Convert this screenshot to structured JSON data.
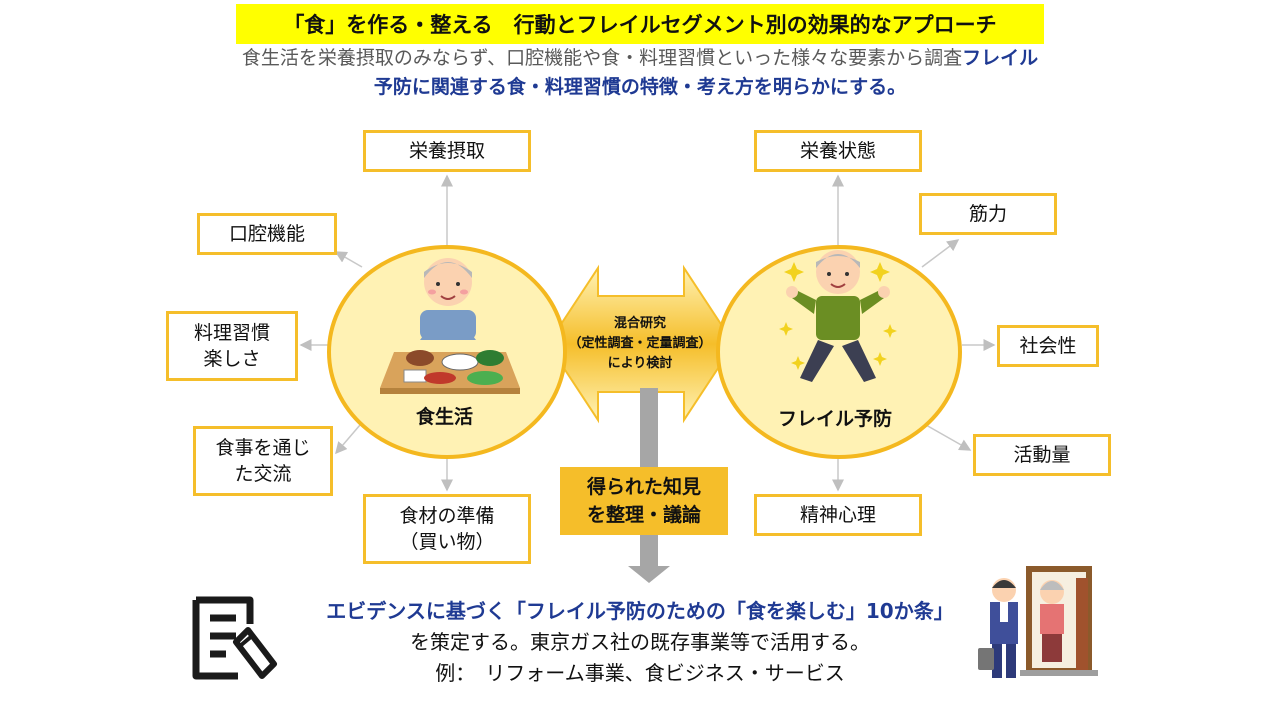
{
  "title": "「食」を作る・整える　行動とフレイルセグメント別の効果的なアプローチ",
  "subtitle": {
    "line1_plain": "食生活を栄養摂取のみならず、口腔機能や食・料理習慣といった様々な要素から調査",
    "line1_bold": "フレイル",
    "line2_bold": "予防に関連する食・料理習慣の特徴・考え方を明らかにする。"
  },
  "left_hub": {
    "label": "食生活",
    "items": {
      "nutrition_intake": "栄養摂取",
      "oral_function": "口腔機能",
      "cooking_habits": "料理習慣\n楽しさ",
      "meal_exchange": "食事を通じ\nた交流",
      "food_preparation": "食材の準備\n（買い物）"
    }
  },
  "right_hub": {
    "label": "フレイル予防",
    "items": {
      "nutrition_status": "栄養状態",
      "muscle": "筋力",
      "sociality": "社会性",
      "activity": "活動量",
      "mental": "精神心理"
    }
  },
  "center": {
    "mixed_method": "混合研究\n（定性調査・定量調査）\nにより検討",
    "knowledge": "得られた知見\nを整理・議論"
  },
  "conclusion": {
    "line1": "エビデンスに基づく「フレイル予防のための「食を楽しむ」10か条」",
    "line2": "を策定する。東京ガス社の既存事業等で活用する。",
    "line3": "例：　リフォーム事業、食ビジネス・サービス"
  },
  "colors": {
    "accent_yellow": "#f5be2a",
    "circle_fill": "#fff2b4",
    "title_yellow": "#ffff00",
    "navy": "#1f3a93",
    "arrow_gray": "#a6a6a6"
  },
  "icons": [
    "document-pen-icon",
    "elderly-eating-illustration",
    "elderly-exercising-illustration",
    "home-visit-illustration"
  ]
}
